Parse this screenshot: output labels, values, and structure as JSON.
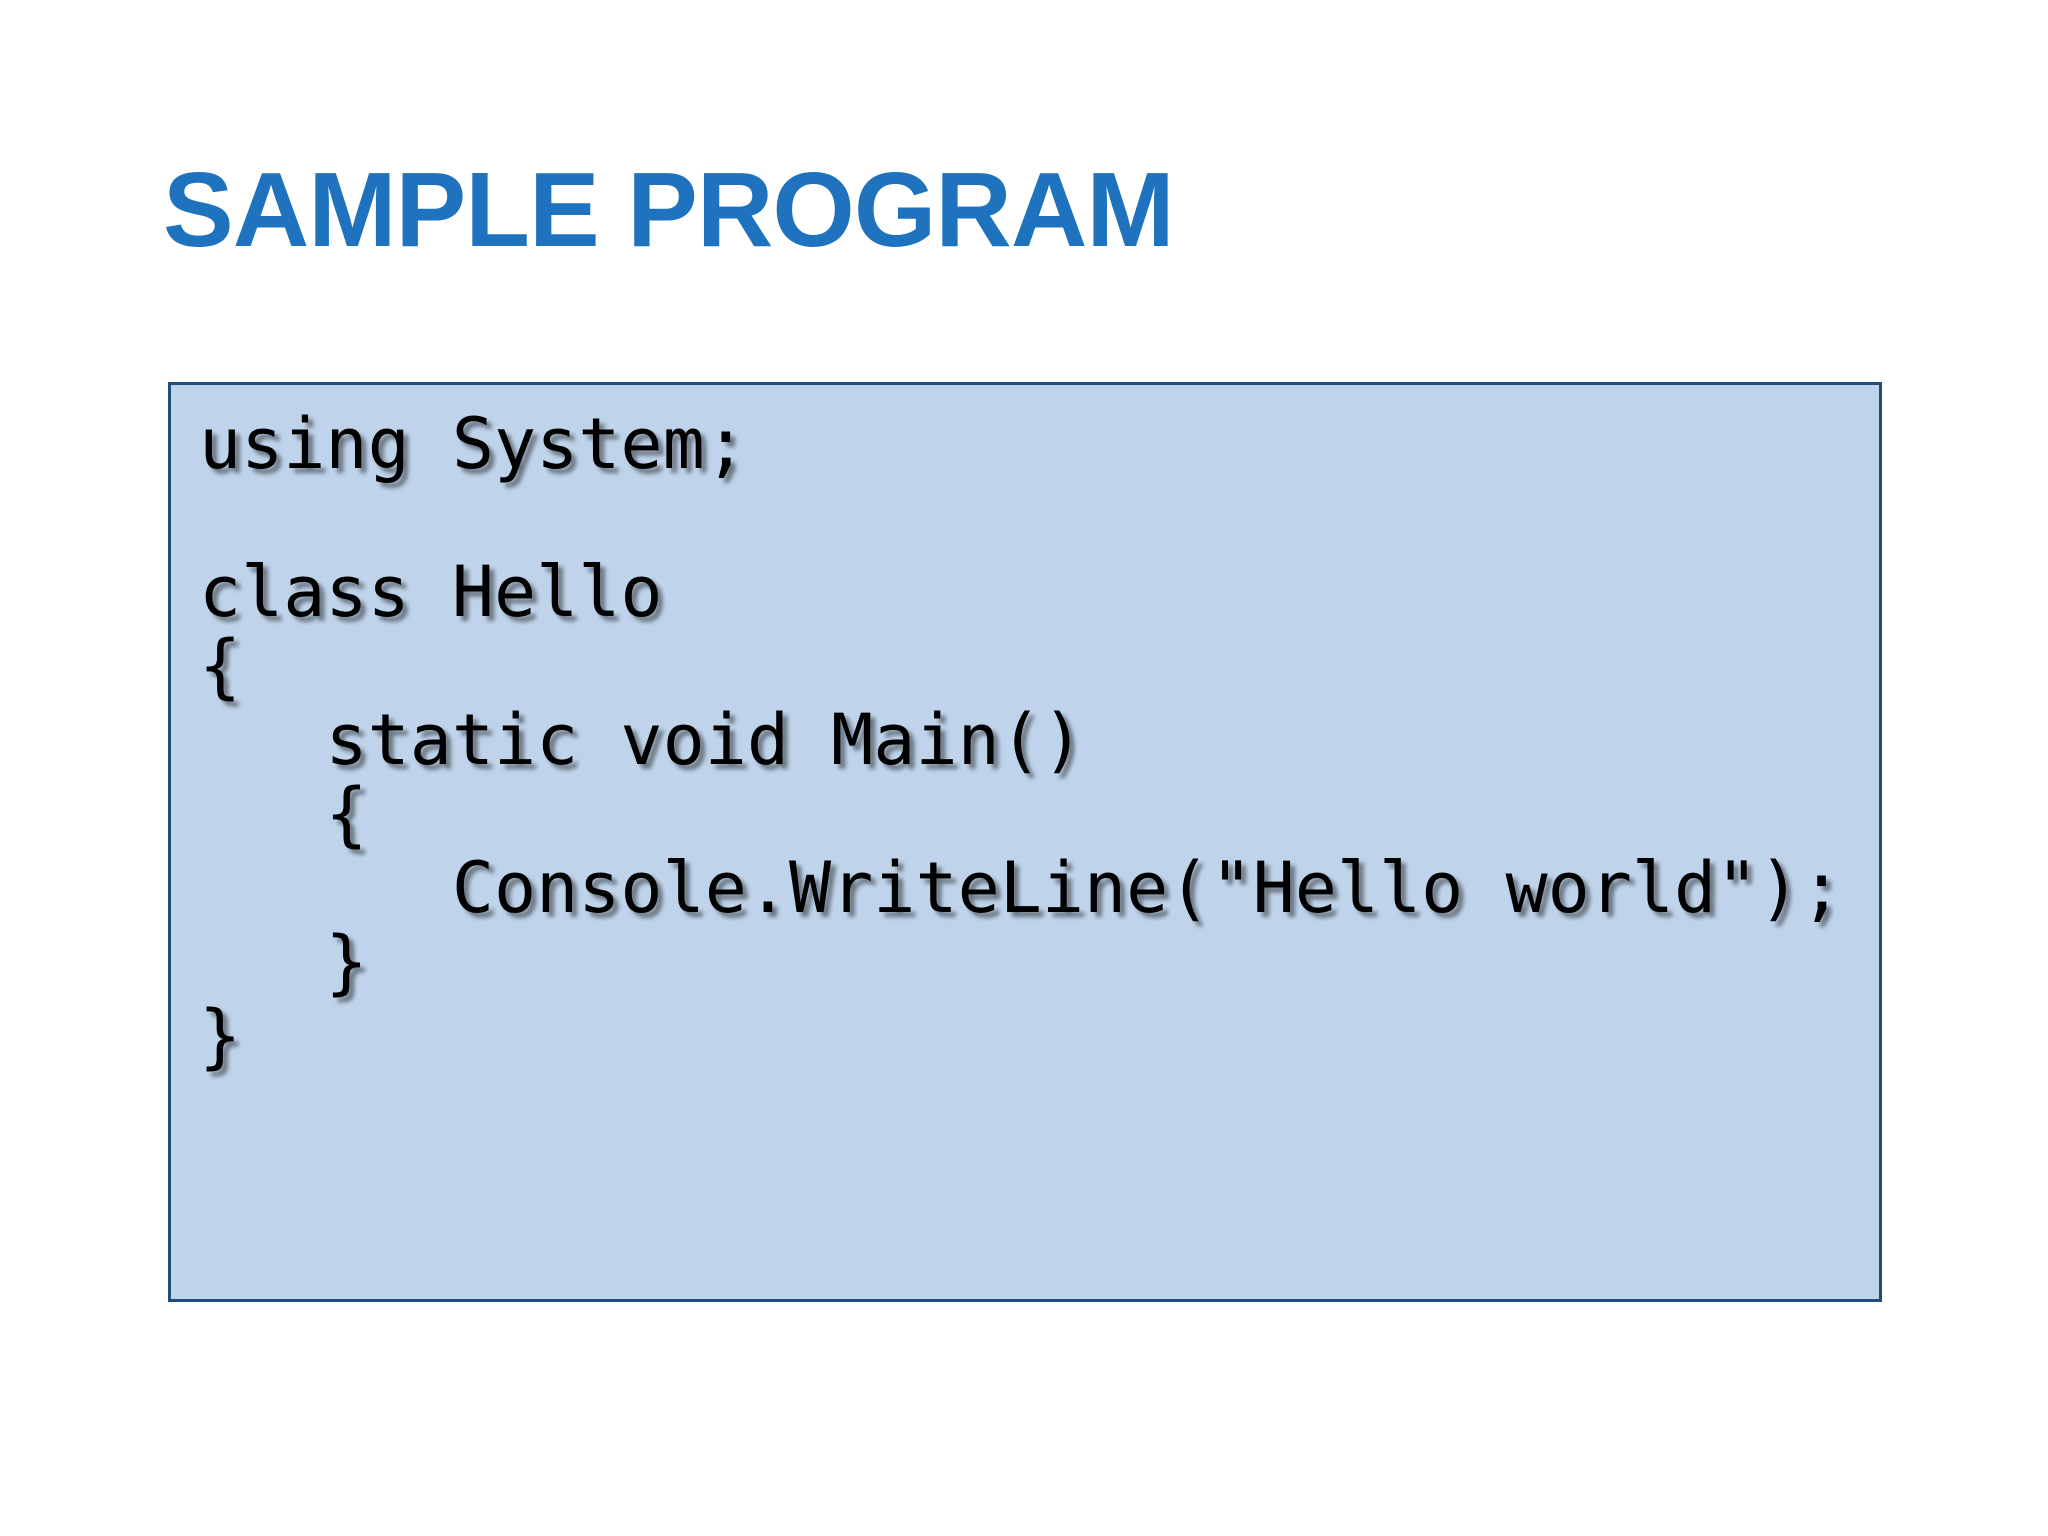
{
  "slide": {
    "title": "SAMPLE PROGRAM",
    "title_color": "#1F73BE",
    "background_color": "#FFFFFF"
  },
  "code_box": {
    "fill_color": "#BFD4EB",
    "border_color": "#1F4E79",
    "language": "csharp",
    "lines": [
      "using System;",
      "",
      "class Hello",
      "{",
      "   static void Main()",
      "   {",
      "      Console.WriteLine(\"Hello world\");",
      "   }",
      "}"
    ]
  }
}
